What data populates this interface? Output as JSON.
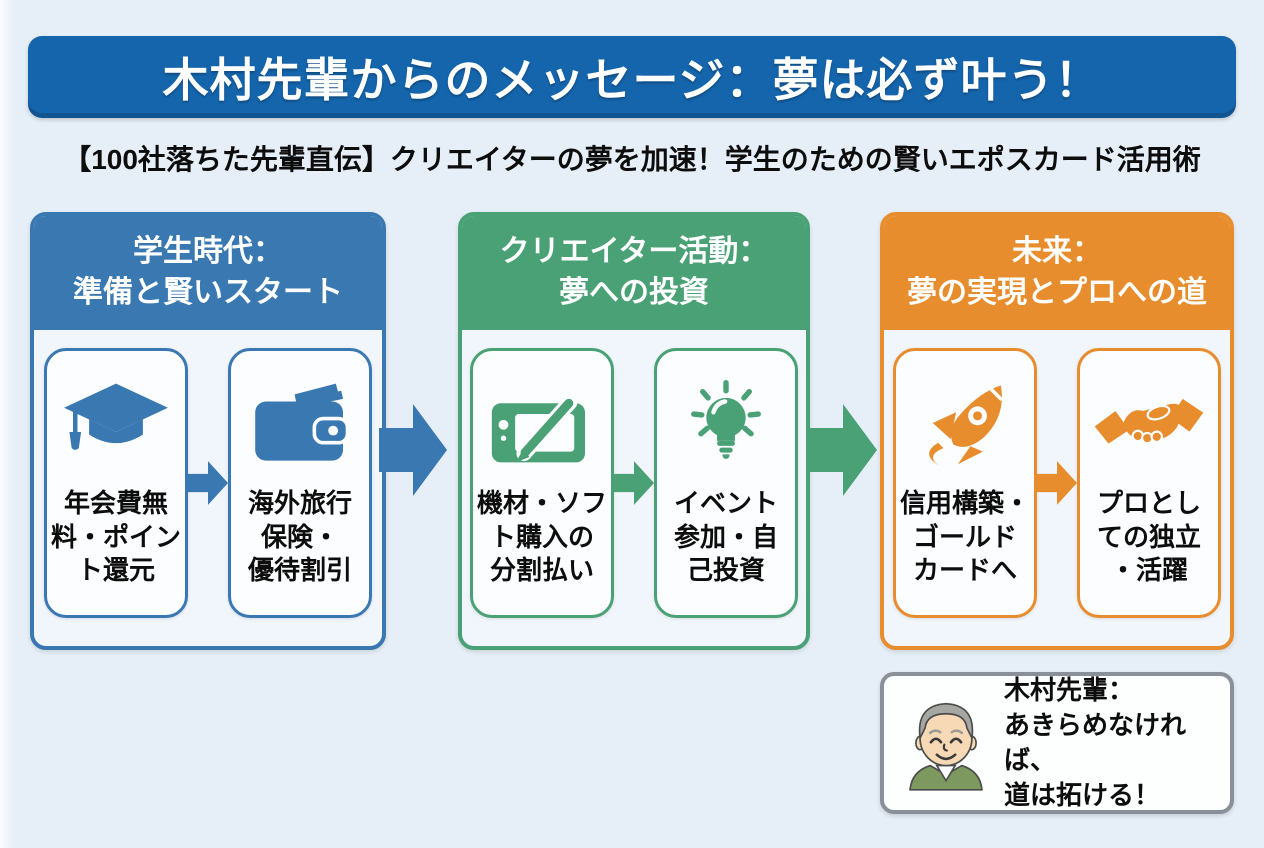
{
  "banner": {
    "title": "木村先輩からのメッセージ：夢は必ず叶う！",
    "bg_color": "#1565AD"
  },
  "subtitle": "【100社落ちた先輩直伝】クリエイターの夢を加速！学生のための賢いエポスカード活用術",
  "colors": {
    "page_bg": "#E6EFF7",
    "student_blue": "#3A78B2",
    "creator_green": "#4AA175",
    "future_orange": "#E78D2D",
    "quote_border": "#8A9097"
  },
  "sections": [
    {
      "name": "student-era",
      "accent_color": "#3A78B2",
      "header": [
        "学生時代：",
        "準備と賢いスタート"
      ],
      "cards": [
        {
          "icon": "graduation-cap",
          "lines": [
            "年会費無",
            "料・ポイン",
            "ト還元"
          ]
        },
        {
          "icon": "wallet",
          "lines": [
            "海外旅行",
            "保険・",
            "優待割引"
          ]
        }
      ]
    },
    {
      "name": "creator-activity",
      "accent_color": "#4AA175",
      "header": [
        "クリエイター活動：",
        "夢への投資"
      ],
      "cards": [
        {
          "icon": "drawing-tablet",
          "lines": [
            "機材・ソフ",
            "ト購入の",
            "分割払い"
          ]
        },
        {
          "icon": "lightbulb",
          "lines": [
            "イベント",
            "参加・自",
            "己投資"
          ]
        }
      ]
    },
    {
      "name": "future",
      "accent_color": "#E78D2D",
      "header": [
        "未来：",
        "夢の実現とプロへの道"
      ],
      "cards": [
        {
          "icon": "rocket",
          "lines": [
            "信用構築・",
            "ゴールド",
            "カードへ"
          ]
        },
        {
          "icon": "handshake",
          "lines": [
            "プロとし",
            "ての独立",
            "・活躍"
          ]
        }
      ]
    }
  ],
  "quote_card": {
    "avatar": "senior-man",
    "lines": [
      "木村先輩：",
      "あきらめなければ、",
      "道は拓ける！"
    ]
  }
}
